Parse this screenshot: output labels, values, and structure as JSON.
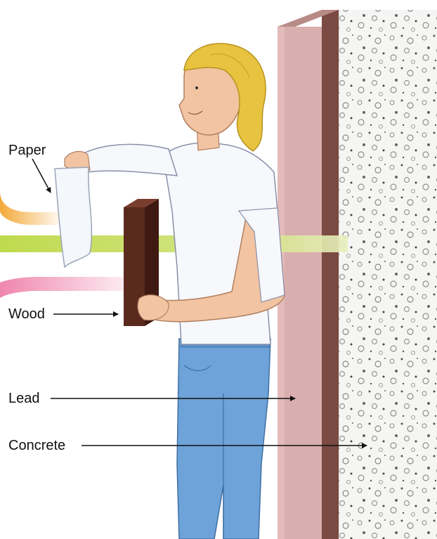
{
  "labels": {
    "paper": "Paper",
    "wood": "Wood",
    "lead": "Lead",
    "concrete": "Concrete"
  },
  "colors": {
    "alpha_ray": "#f3a93a",
    "beta_ray": "#ef86ad",
    "gamma_ray": "#b9d63a",
    "lead": "#d9aeae",
    "lead_edge": "#7b4a42",
    "concrete": "#f5f5f5",
    "wood": "#5b2a1f",
    "hair": "#e7c33f",
    "skin": "#f2c4a2",
    "shirt": "#f7f8fc",
    "jeans": "#6ea3d9"
  }
}
